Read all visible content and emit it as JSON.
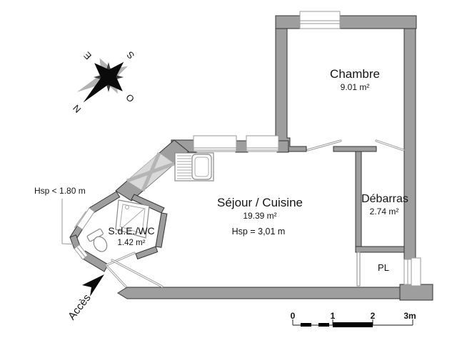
{
  "rooms": {
    "chambre": {
      "name": "Chambre",
      "area": "9.01 m²"
    },
    "sejour": {
      "name": "Séjour / Cuisine",
      "area": "19.39 m²",
      "hsp": "Hsp =  3,01 m"
    },
    "debarras": {
      "name": "Débarras",
      "area": "2.74 m²"
    },
    "sde": {
      "name": "S.d.E./WC",
      "area": "1.42 m²"
    },
    "placard": {
      "name": "PL"
    }
  },
  "annotations": {
    "hsp_low": "Hsp < 1.80 m",
    "access": "Accès"
  },
  "compass": {
    "north": "N",
    "south": "S",
    "east": "E",
    "west": "O"
  },
  "scale_bar": {
    "ticks": [
      "0",
      "1",
      "2",
      "3m"
    ]
  },
  "colors": {
    "wall": "#9e9e9e",
    "outline": "#333333",
    "window_line": "#999999",
    "text": "#141414"
  }
}
